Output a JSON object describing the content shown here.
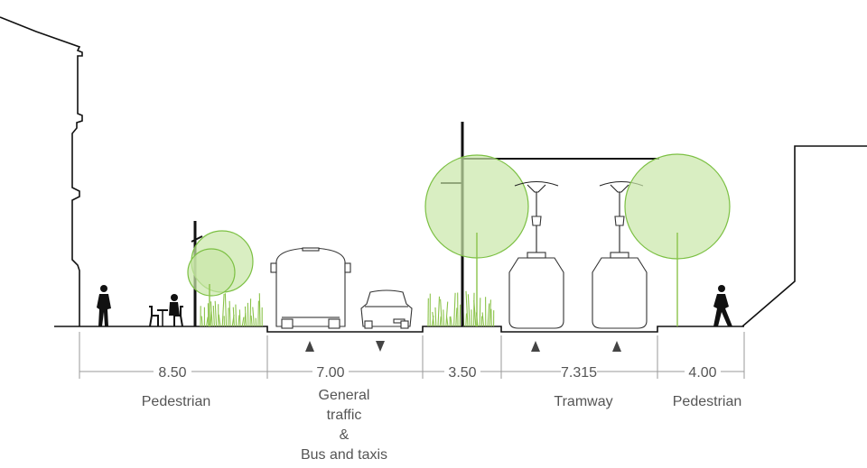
{
  "sections": [
    {
      "id": "pedestrian-left",
      "width": "8.50",
      "label_lines": [
        "Pedestrian"
      ]
    },
    {
      "id": "general-traffic",
      "width": "7.00",
      "label_lines": [
        "General",
        "traffic",
        "&",
        "Bus and taxis"
      ]
    },
    {
      "id": "median",
      "width": "3.50",
      "label_lines": []
    },
    {
      "id": "tramway",
      "width": "7.315",
      "label_lines": [
        "Tramway"
      ]
    },
    {
      "id": "pedestrian-right",
      "width": "4.00",
      "label_lines": [
        "Pedestrian"
      ]
    }
  ],
  "colors": {
    "canopy_fill": "#c9e7a8",
    "canopy_stroke": "#7cc043",
    "grass": "#8bc34a",
    "lines": "#111111",
    "dimension_text": "#555555"
  }
}
